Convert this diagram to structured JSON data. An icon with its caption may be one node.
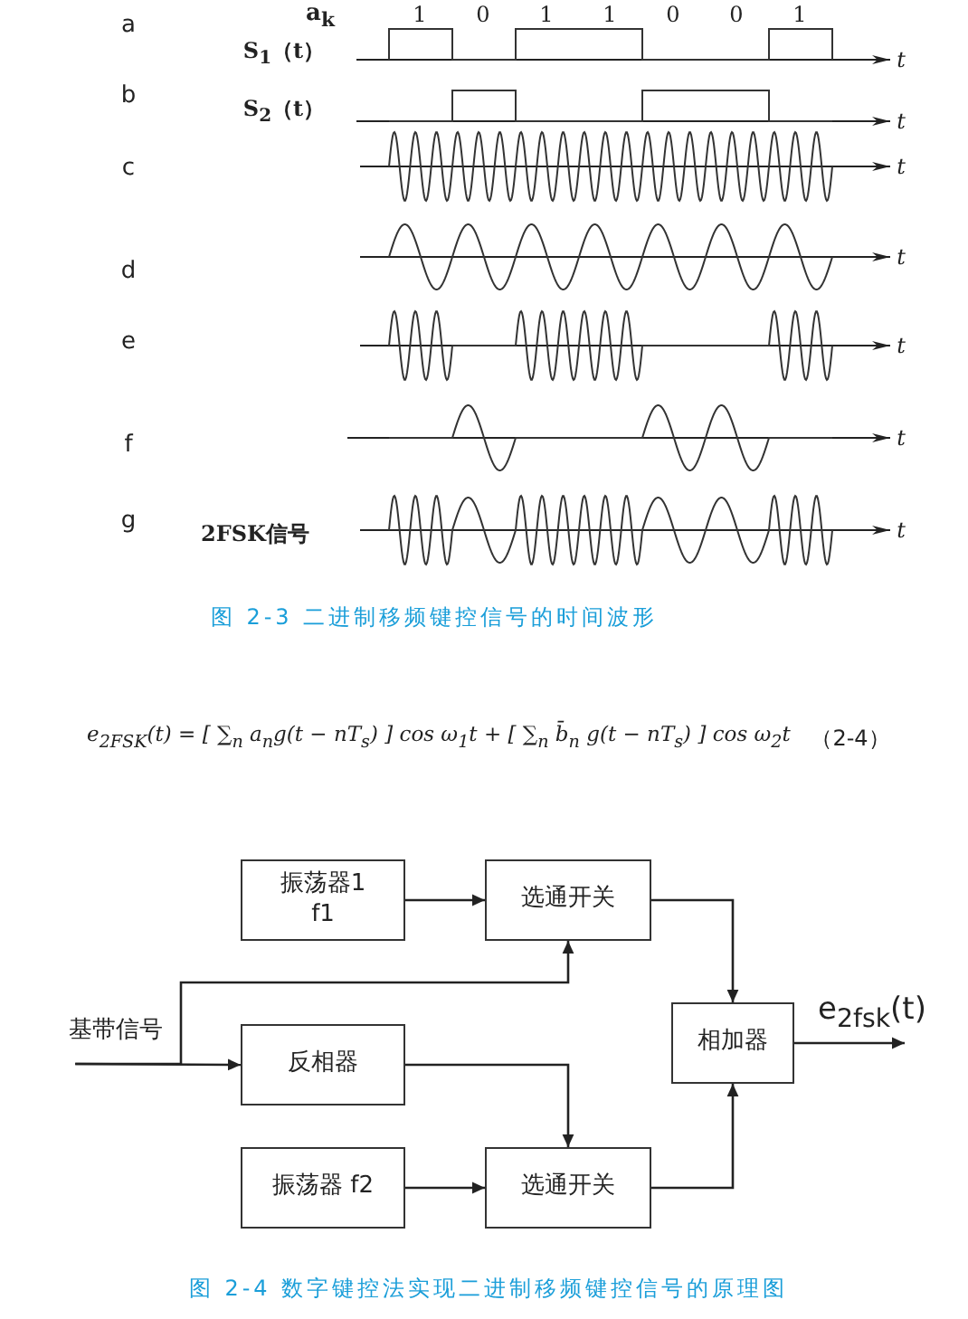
{
  "diagram": {
    "nodes": [
      {
        "text": [
          "振荡器1 f1"
        ]
      },
      {
        "text": [
          "选通开关"
        ]
      },
      {
        "text": [
          "基带信号"
        ]
      },
      {
        "text": [
          "相加器"
        ]
      },
      {
        "text": [
          "反相器"
        ]
      },
      {
        "text": [
          "振荡器 f2"
        ]
      },
      {
        "text": [
          "选通开关"
        ]
      }
    ],
    "edges": [
      {
        "from": 0,
        "to": 1,
        "arrow": "to"
      },
      {
        "from": 2,
        "to": 1,
        "arrow": "to"
      },
      {
        "from": 2,
        "to": 4,
        "arrow": "to"
      },
      {
        "from": 1,
        "to": 3,
        "arrow": "to"
      },
      {
        "from": 4,
        "to": 6,
        "arrow": "to"
      },
      {
        "from": 5,
        "to": 6,
        "arrow": "to"
      },
      {
        "from": 6,
        "to": 3,
        "arrow": "to"
      },
      {
        "from": 3,
        "to": null,
        "arrow": "to",
        "label": "e$_{2fsk}$(t)"
      }
    ],
    "labels": [
      "a$_{k}$",
      "1",
      "0",
      "1",
      "1",
      "0",
      "0",
      "1",
      "a",
      "S$_{1}$（t）",
      "t",
      "b",
      "S$_{2}$（t）",
      "t",
      "c",
      "t",
      "d",
      "t",
      "e",
      "t",
      "f",
      "t",
      "g",
      "2FSK信号",
      "t",
      "图 2-3 二进制移频键控信号的时间波形",
      "e$_{2FSK}$(t) = [ ∑$_{n}$ a$_{n}$g(t − nT$_{s}$) ] cos ω$_{1}$t + [ ∑$_{n}$ b̄$_{n}$ g(t − nT$_{s}$) ] cos ω$_{2}$t",
      "（2-4）",
      "图 2-4 数字键控法实现二进制移频键控信号的原理图"
    ]
  }
}
